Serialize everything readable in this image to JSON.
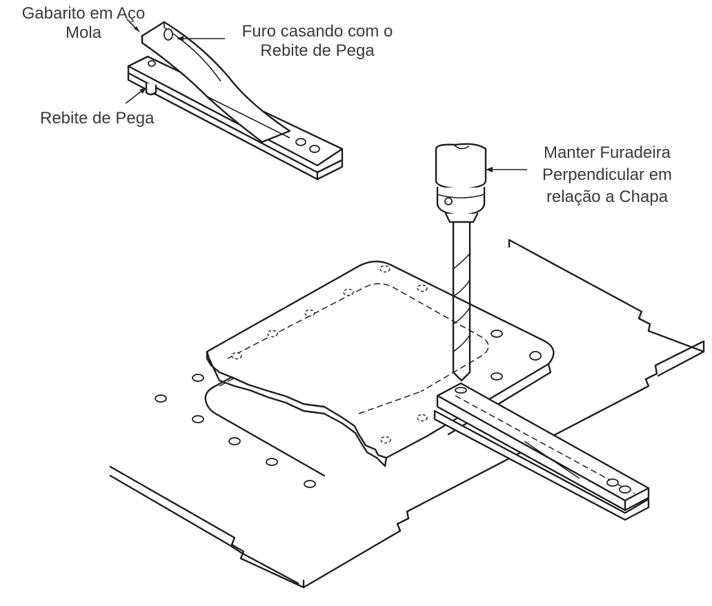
{
  "labels": {
    "gabarito_line1": "Gabarito em Aço",
    "gabarito_line2": "Mola",
    "furo_line1": "Furo casando com o",
    "furo_line2": "Rebite de Pega",
    "rebite": "Rebite de Pega",
    "manter_line1": "Manter Furadeira",
    "manter_line2": "Perpendicular em",
    "manter_line3": "relação a Chapa"
  },
  "colors": {
    "line": "#1e1e1e",
    "text": "#3a3a3a",
    "background": "#ffffff"
  }
}
